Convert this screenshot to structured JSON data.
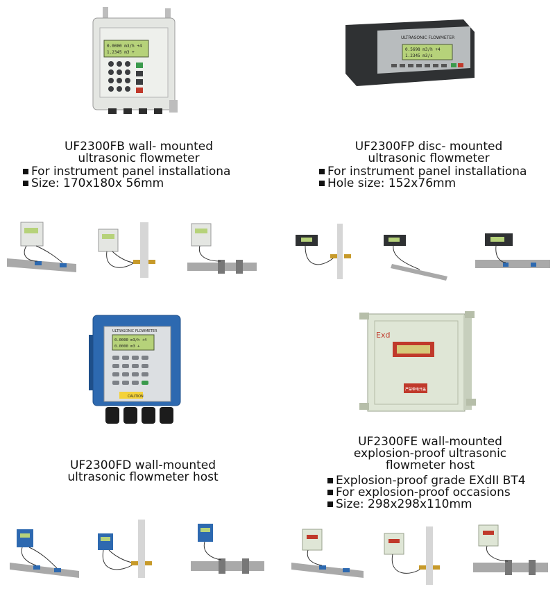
{
  "products": [
    {
      "title": [
        "UF2300FB wall- mounted",
        "ultrasonic flowmeter"
      ],
      "specs": [
        "For instrument panel installationa",
        "Size: 170x180x 56mm"
      ],
      "screen": [
        "0.0000 m3/h +4",
        "1.2345 m3 +"
      ]
    },
    {
      "title": [
        "UF2300FP disc- mounted",
        "ultrasonic flowmeter"
      ],
      "specs": [
        "For instrument panel installationa",
        "Hole size: 152x76mm"
      ],
      "brand": "ULTRASONIC FLOWMETER",
      "screen": [
        "0.5698 m3/h +4",
        "1.2345 m3/s"
      ]
    },
    {
      "title": [
        "UF2300FD wall-mounted",
        "ultrasonic flowmeter host"
      ],
      "specs": [],
      "brand": "ULTRASONIC FLOWMETER",
      "screen": [
        "0.0000 m3/h +4",
        "0.0000 m3 +"
      ],
      "caution": "CAUTION"
    },
    {
      "title": [
        "UF2300FE wall-mounted",
        "explosion-proof ultrasonic",
        "flowmeter host"
      ],
      "specs": [
        "Explosion-proof grade EXdII BT4",
        "For explosion-proof occasions",
        "Size: 298x298x110mm"
      ],
      "mark": "Exd",
      "plate": "严禁带电开盖"
    }
  ],
  "colors": {
    "gray_housing": "#e4e6e2",
    "black_panel": "#2f3133",
    "blue_housing": "#2d69b0",
    "explosion_housing": "#dfe6d6",
    "lcd_green": "#b6d27a",
    "pipe": "#a9a9a9"
  }
}
